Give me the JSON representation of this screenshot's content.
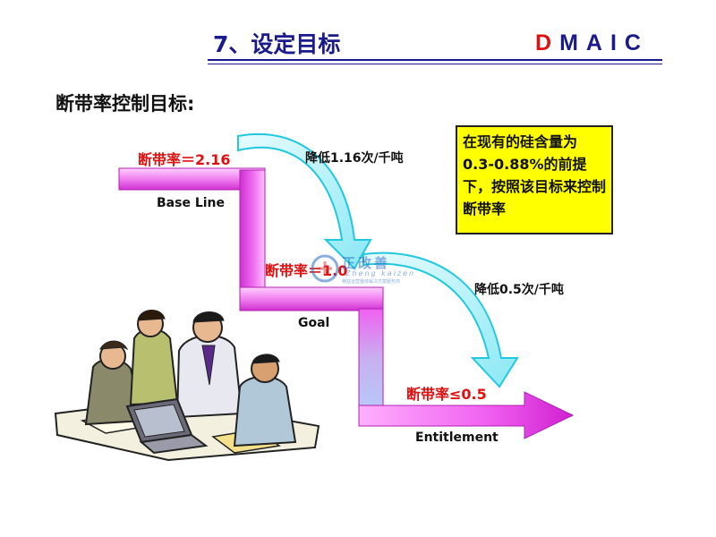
{
  "header": {
    "title": "7、设定目标",
    "brand_first": "D",
    "brand_rest": "MAIC"
  },
  "heading": "断带率控制目标:",
  "callout": "在现有的硅含量为0.3-0.88%的前提下，按照该目标来控制断带率",
  "steps": [
    {
      "label": "Base Line",
      "rate": "断带率＝2.16"
    },
    {
      "label": "Goal",
      "rate": "断带率＝1.0"
    },
    {
      "label": "Entitlement",
      "rate": "断带率≤0.5"
    }
  ],
  "reductions": [
    {
      "text": "降低1.16次/千吨"
    },
    {
      "text": "降低0.5次/千吨"
    }
  ],
  "watermark": {
    "name": "正改善",
    "latin": "Zheng kaizen",
    "tagline": "精益运营整体解决方案服务商"
  },
  "colors": {
    "header_blue": "#1a1a8c",
    "brand_red": "#e01010",
    "rate_red": "#e01010",
    "step_magenta": "#e040e0",
    "step_light": "#ffd0ff",
    "curve_cyan": "#20d0e0",
    "callout_yellow": "#ffff00"
  }
}
